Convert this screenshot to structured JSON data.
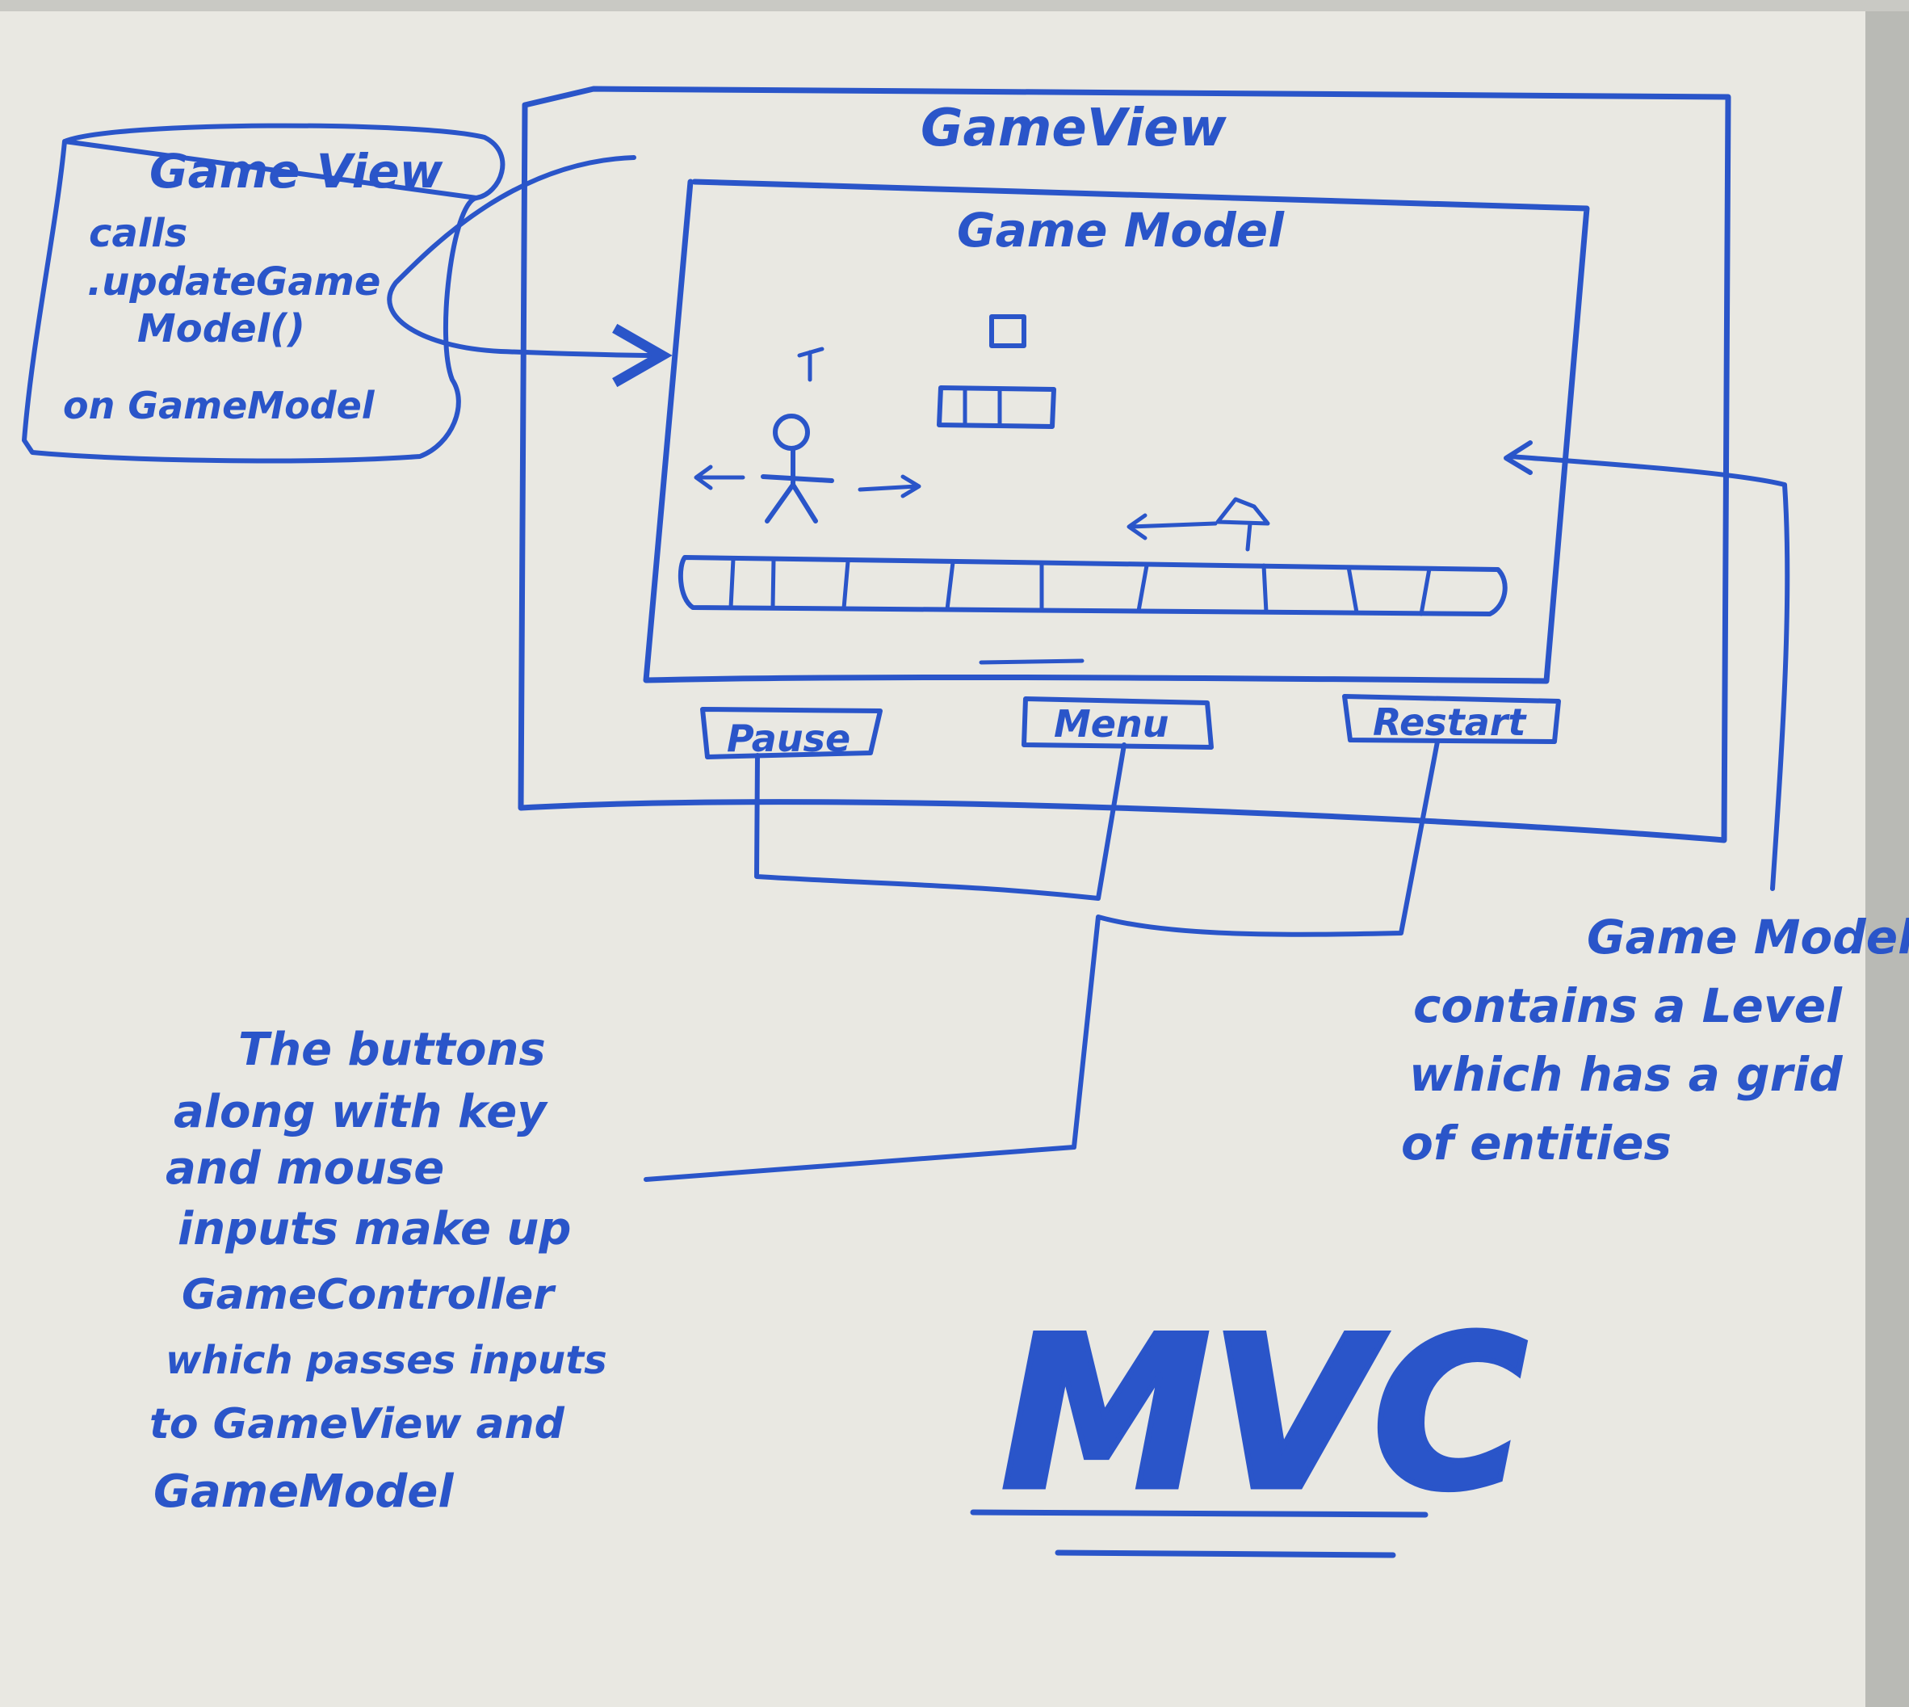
{
  "colors": {
    "board": "#e9e8e2",
    "ink": "#2a55c9",
    "frame": "#b9bab5"
  },
  "note_left": {
    "title": "Game View",
    "lines": [
      "calls",
      ".updateGame",
      "Model()",
      "on GameModel"
    ]
  },
  "view": {
    "title": "GameView",
    "model_title": "Game Model",
    "buttons": [
      "Pause",
      "Menu",
      "Restart"
    ]
  },
  "note_controller": {
    "lines": [
      "The buttons",
      "along with key",
      "and mouse",
      "inputs make up",
      "GameController",
      "which passes inputs",
      "to GameView and",
      "GameModel"
    ]
  },
  "note_level": {
    "lines": [
      "Game Model",
      "contains a Level",
      "which has a grid",
      "of entities"
    ]
  },
  "mvc_label": "MVC",
  "icons": [
    "stick-figure-icon",
    "arrow-left-icon",
    "arrow-right-icon",
    "arrow-up-icon",
    "block-icon"
  ]
}
